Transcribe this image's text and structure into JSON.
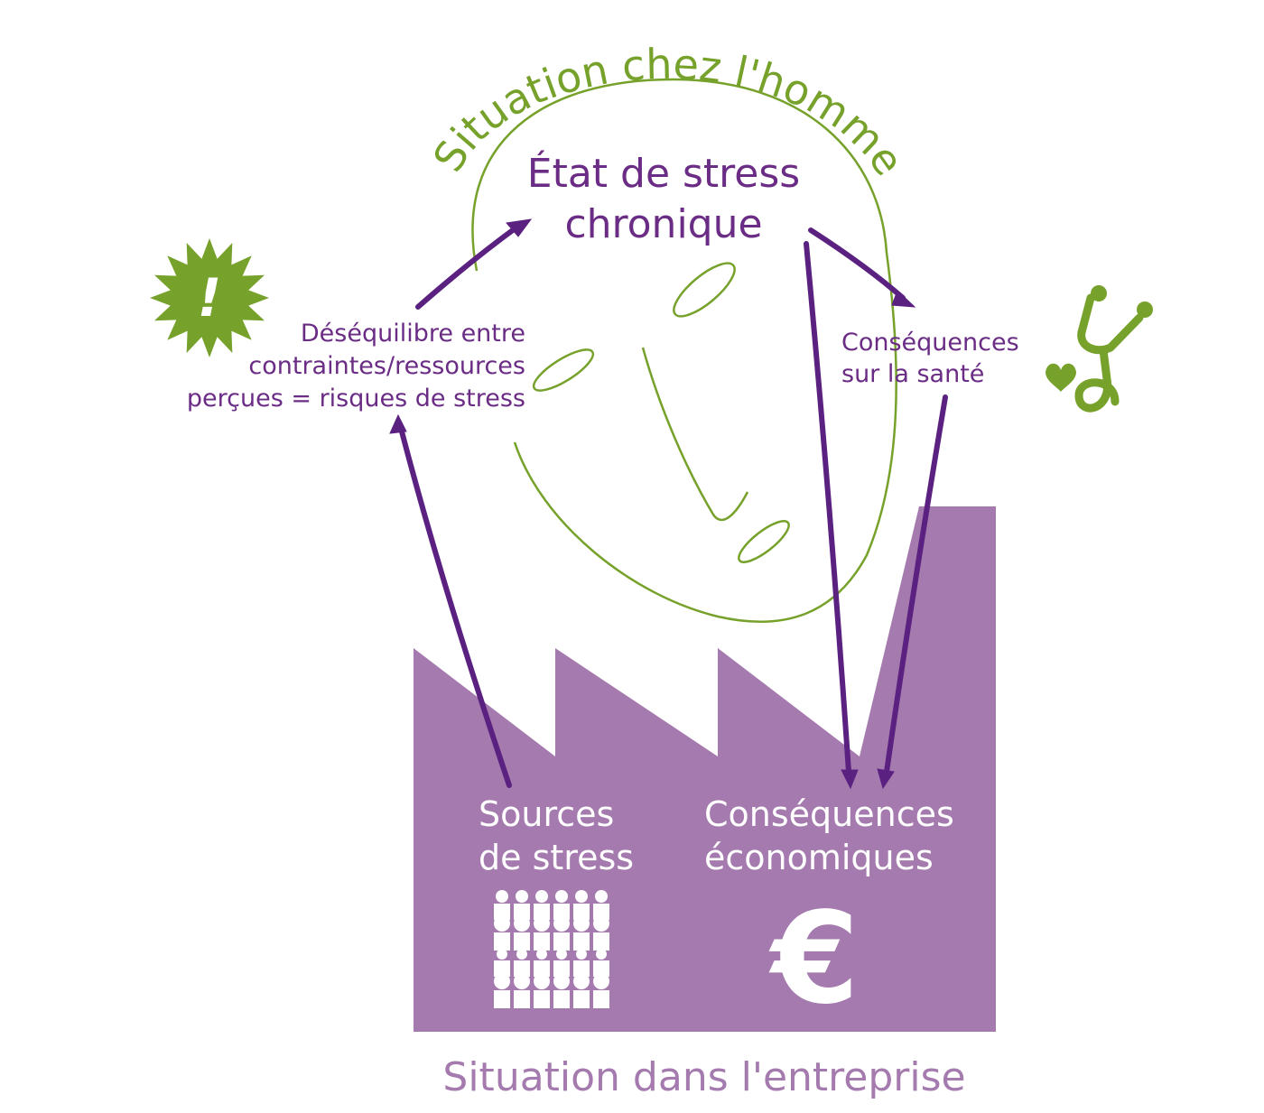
{
  "labels": {
    "top_arc": "Situation chez l'homme",
    "etat_line1": "État de stress",
    "etat_line2": "chronique",
    "deseq_line1": "Déséquilibre entre",
    "deseq_line2": "contraintes/ressources",
    "deseq_line3": "perçues = risques de stress",
    "sante_line1": "Conséquences",
    "sante_line2": "sur la santé",
    "sources_line1": "Sources",
    "sources_line2": "de stress",
    "eco_line1": "Conséquences",
    "eco_line2": "économiques",
    "bottom": "Situation dans l'entreprise",
    "alert_mark": "!",
    "euro_mark": "€"
  },
  "icons": {
    "alert": "alert-burst-icon",
    "stethoscope": "stethoscope-icon",
    "people": "people-crowd-icon",
    "euro": "euro-icon"
  },
  "colors": {
    "green": "#76a12a",
    "green_dark": "#6b8f1d",
    "purple_text": "#6a2c84",
    "purple_arrow": "#5b2181",
    "factory": "#a57aae",
    "bottom_text": "#a57aae",
    "white": "#ffffff"
  }
}
